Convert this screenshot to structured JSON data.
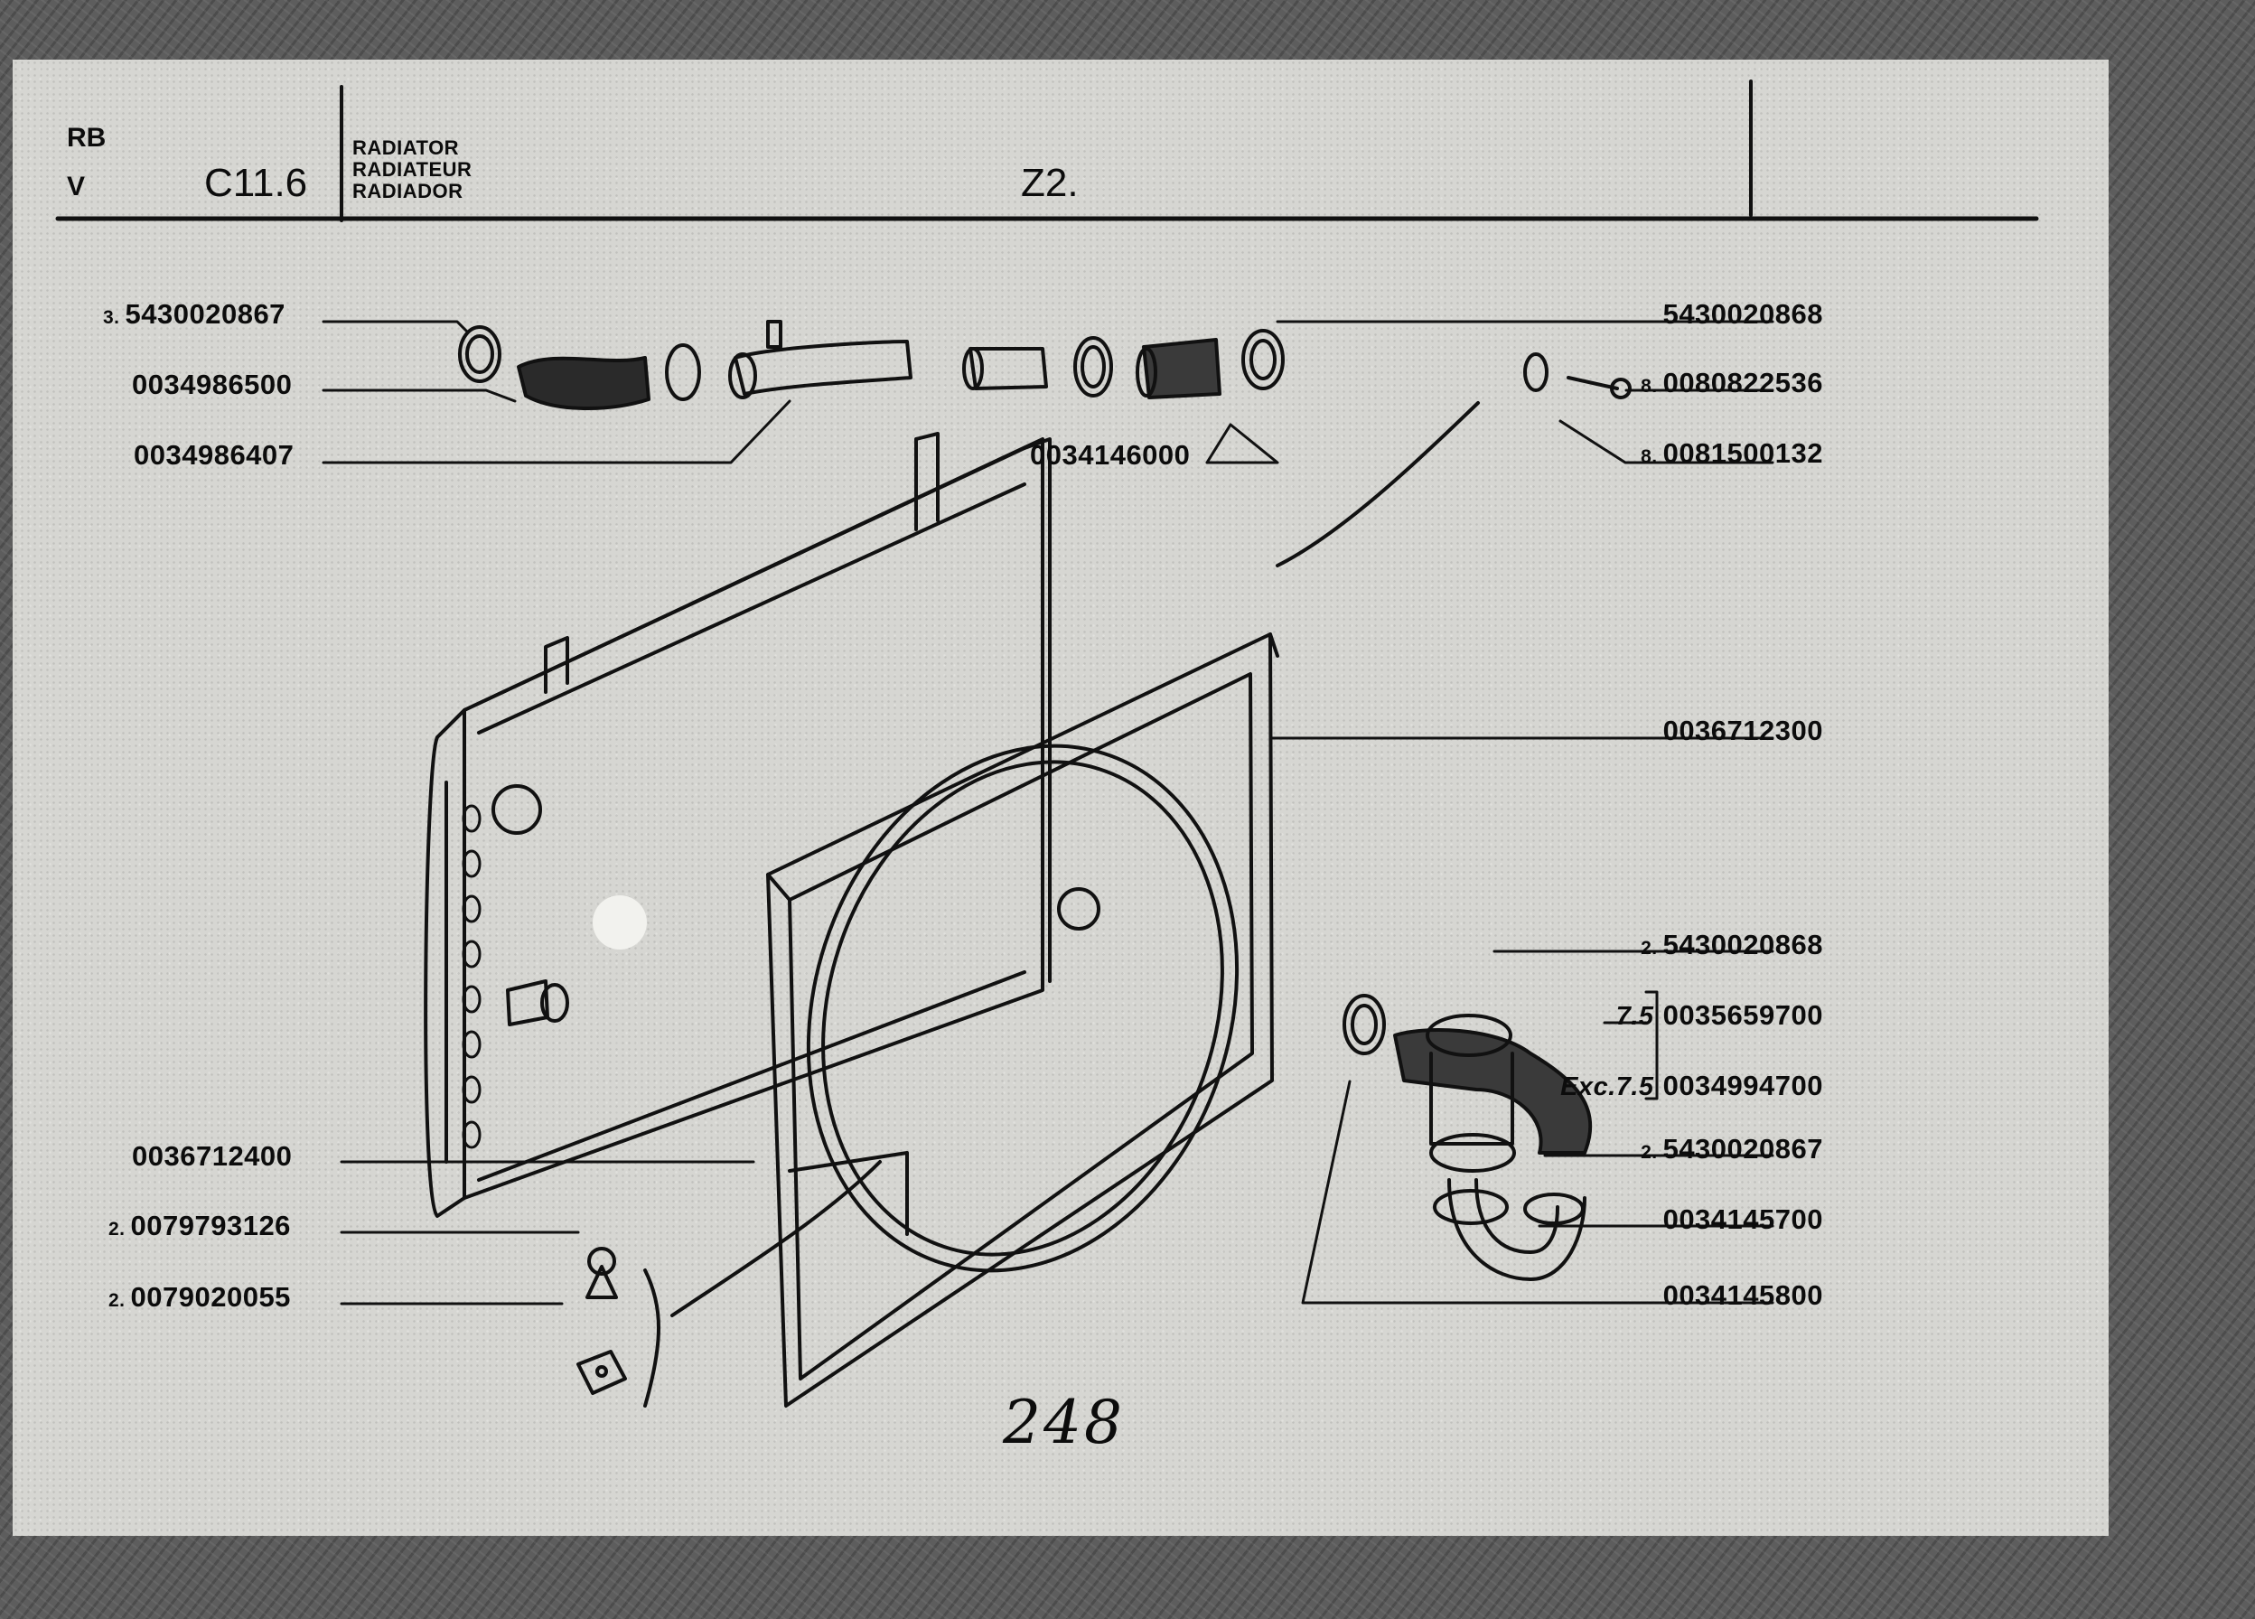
{
  "header": {
    "make_code": "RB",
    "variant": "V",
    "section_code": "C11.6",
    "titles": [
      "RADIATOR",
      "RADIATEUR",
      "RADIADOR"
    ],
    "group": "Z2."
  },
  "left_callouts": [
    {
      "qty": "3.",
      "part": "5430020867"
    },
    {
      "qty": "",
      "part": "0034986500"
    },
    {
      "qty": "",
      "part": "0034986407"
    },
    {
      "qty": "",
      "part": "0036712400"
    },
    {
      "qty": "2.",
      "part": "0079793126"
    },
    {
      "qty": "2.",
      "part": "0079020055"
    }
  ],
  "top_center_callout": {
    "part": "0034146000"
  },
  "right_callouts": [
    {
      "qty": "",
      "part": "5430020868"
    },
    {
      "qty": "8.",
      "part": "0080822536"
    },
    {
      "qty": "8.",
      "part": "0081500132"
    },
    {
      "qty": "",
      "part": "0036712300"
    },
    {
      "qty": "2.",
      "part": "5430020868"
    },
    {
      "qty": "7.5",
      "part": "0035659700"
    },
    {
      "qty": "Exc.7.5",
      "part": "0034994700"
    },
    {
      "qty": "2.",
      "part": "5430020867"
    },
    {
      "qty": "",
      "part": "0034145700"
    },
    {
      "qty": "",
      "part": "0034145800"
    }
  ],
  "page_number": "248",
  "colors": {
    "paper": "#d6d6d2",
    "ink": "#0c0c0c",
    "background": "#5d5d5d"
  }
}
